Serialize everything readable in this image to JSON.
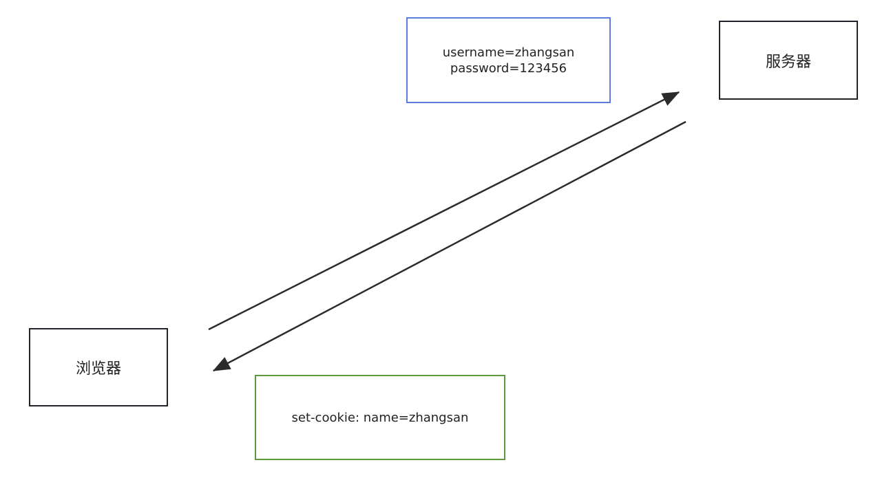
{
  "nodes": {
    "server": {
      "label": "服务器"
    },
    "browser": {
      "label": "浏览器"
    }
  },
  "messages": {
    "request": {
      "lines": [
        "username=zhangsan",
        "password=123456"
      ],
      "border_color": "#5b7be0"
    },
    "response": {
      "lines": [
        "set-cookie: name=zhangsan"
      ],
      "border_color": "#5a9a3a"
    }
  },
  "edges": [
    {
      "from": "browser",
      "to": "server"
    },
    {
      "from": "server",
      "to": "browser"
    }
  ],
  "colors": {
    "arrow": "#2b2b2b",
    "node_border": "#1f2329"
  }
}
